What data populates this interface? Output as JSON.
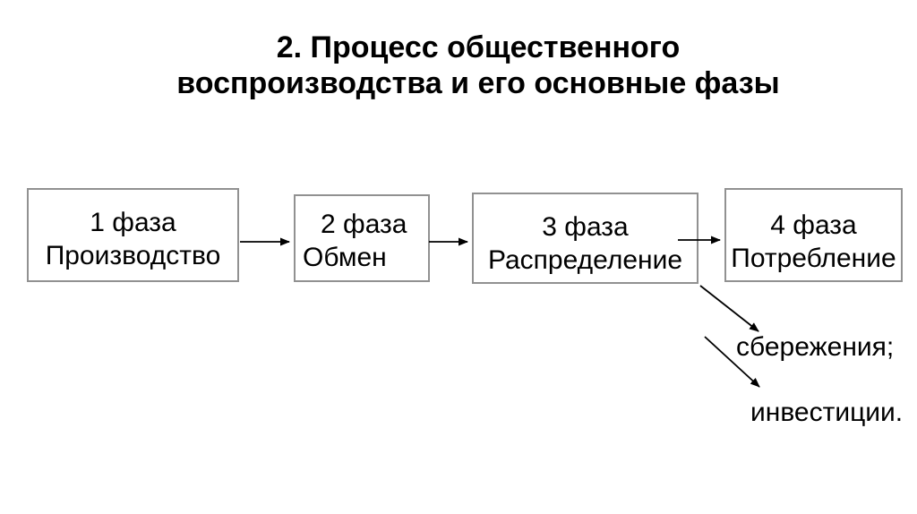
{
  "slide": {
    "title_line1": "2. Процесс общественного",
    "title_line2": "воспроизводства и его основные фазы"
  },
  "phases": [
    {
      "number": "1 фаза",
      "name": "Производство"
    },
    {
      "number": "2 фаза",
      "name": "Обмен"
    },
    {
      "number": "3 фаза",
      "name": "Распределение"
    },
    {
      "number": "4 фаза",
      "name": "Потребление"
    }
  ],
  "outcomes": {
    "savings": "сбережения;",
    "investments": "инвестиции."
  },
  "colors": {
    "background": "#ffffff",
    "text": "#000000",
    "box_border": "#919191",
    "arrow": "#000000"
  }
}
